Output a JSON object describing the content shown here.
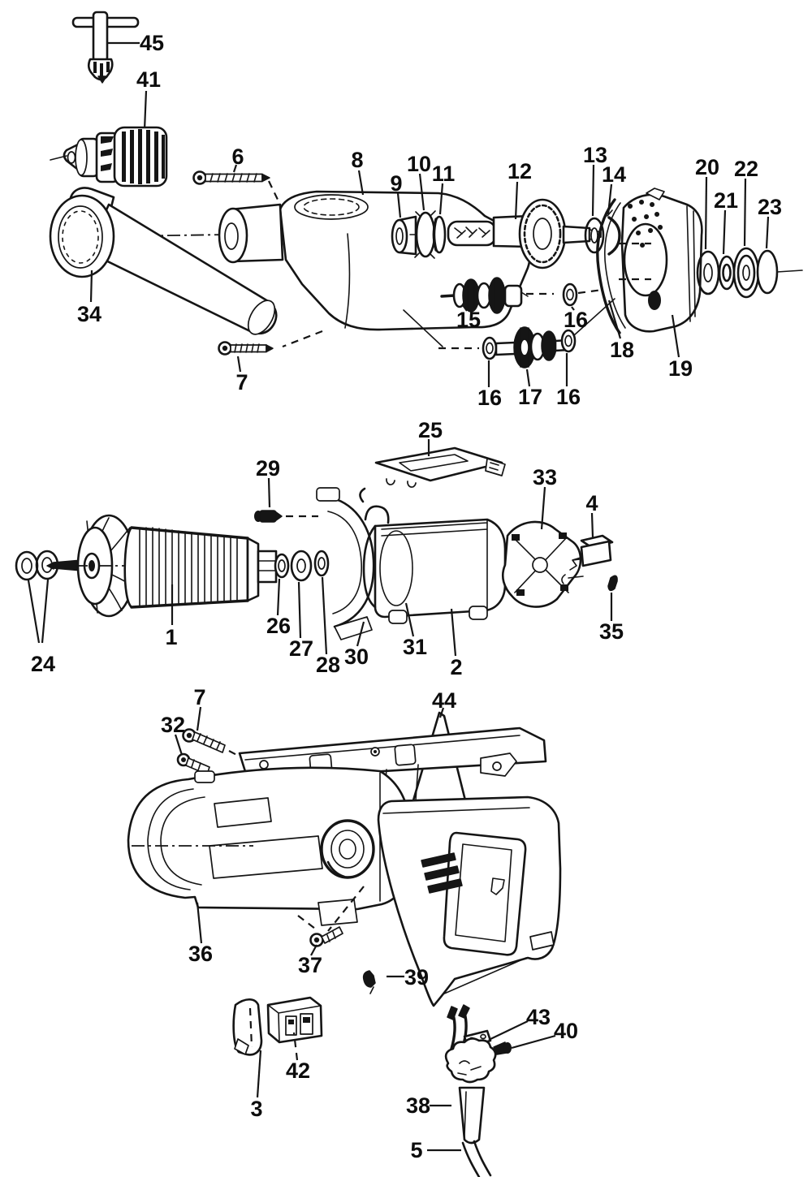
{
  "page": {
    "background": "#ffffff",
    "ink": "#151515"
  },
  "diagram": {
    "type": "exploded-parts-diagram",
    "subject": "electric drill parts schematic",
    "labels": [
      {
        "text": "45"
      },
      {
        "text": "41"
      },
      {
        "text": "6"
      },
      {
        "text": "8"
      },
      {
        "text": "9"
      },
      {
        "text": "10"
      },
      {
        "text": "11"
      },
      {
        "text": "12"
      },
      {
        "text": "13"
      },
      {
        "text": "14"
      },
      {
        "text": "20"
      },
      {
        "text": "21"
      },
      {
        "text": "22"
      },
      {
        "text": "23"
      },
      {
        "text": "34"
      },
      {
        "text": "7"
      },
      {
        "text": "15"
      },
      {
        "text": "16"
      },
      {
        "text": "18"
      },
      {
        "text": "19"
      },
      {
        "text": "16"
      },
      {
        "text": "17"
      },
      {
        "text": "16"
      },
      {
        "text": "25"
      },
      {
        "text": "29"
      },
      {
        "text": "33"
      },
      {
        "text": "4"
      },
      {
        "text": "24"
      },
      {
        "text": "1"
      },
      {
        "text": "26"
      },
      {
        "text": "27"
      },
      {
        "text": "28"
      },
      {
        "text": "30"
      },
      {
        "text": "31"
      },
      {
        "text": "2"
      },
      {
        "text": "35"
      },
      {
        "text": "7"
      },
      {
        "text": "32"
      },
      {
        "text": "44"
      },
      {
        "text": "36"
      },
      {
        "text": "37"
      },
      {
        "text": "39"
      },
      {
        "text": "42"
      },
      {
        "text": "3"
      },
      {
        "text": "43"
      },
      {
        "text": "40"
      },
      {
        "text": "38"
      },
      {
        "text": "5"
      }
    ]
  }
}
